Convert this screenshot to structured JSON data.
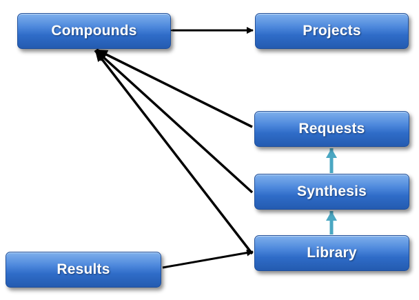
{
  "nodes": {
    "compounds": "Compounds",
    "projects": "Projects",
    "requests": "Requests",
    "synthesis": "Synthesis",
    "library": "Library",
    "results": "Results"
  },
  "colors": {
    "node_fill": "#3a78d0",
    "edge_black": "#000000",
    "edge_teal": "#4aa7c2"
  }
}
